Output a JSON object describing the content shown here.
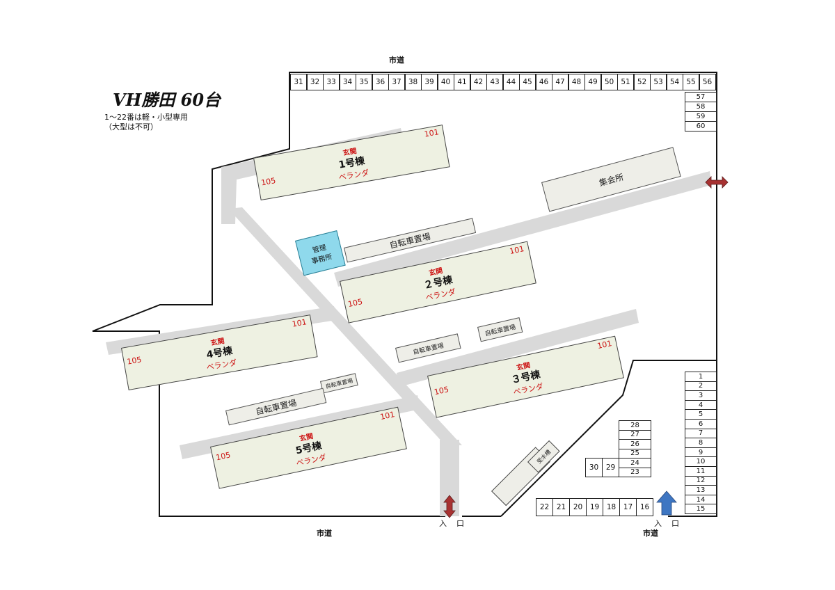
{
  "title": "VH勝田 60台",
  "notes": [
    "1～22番は軽・小型専用",
    "（大型は不可）"
  ],
  "roads": {
    "top": "市道",
    "bottom_left": "市道",
    "bottom_right": "市道"
  },
  "entrances": {
    "left_a": "入",
    "left_b": "口",
    "right_a": "入",
    "right_b": "口"
  },
  "parking": {
    "top_row": [
      "31",
      "32",
      "33",
      "34",
      "35",
      "36",
      "37",
      "38",
      "39",
      "40",
      "41",
      "42",
      "43",
      "44",
      "45",
      "46",
      "47",
      "48",
      "49",
      "50",
      "51",
      "52",
      "53",
      "54",
      "55",
      "56"
    ],
    "top_right_col": [
      "57",
      "58",
      "59",
      "60"
    ],
    "right_col": [
      "1",
      "2",
      "3",
      "4",
      "5",
      "6",
      "7",
      "8",
      "9",
      "10",
      "11",
      "12",
      "13",
      "14",
      "15"
    ],
    "bottom_row": [
      "22",
      "21",
      "20",
      "19",
      "18",
      "17",
      "16"
    ],
    "middle_col": [
      "28",
      "27",
      "26",
      "25",
      "24",
      "23"
    ],
    "middle_pair": [
      "30",
      "29"
    ]
  },
  "buildings": [
    {
      "name": "1号棟",
      "entrance": "玄関",
      "veranda": "ベランダ",
      "unit_first": "101",
      "unit_last": "105"
    },
    {
      "name": "２号棟",
      "entrance": "玄関",
      "veranda": "ベランダ",
      "unit_first": "101",
      "unit_last": "105"
    },
    {
      "name": "３号棟",
      "entrance": "玄関",
      "veranda": "ベランダ",
      "unit_first": "101",
      "unit_last": "105"
    },
    {
      "name": "4号棟",
      "entrance": "玄関",
      "veranda": "ベランダ",
      "unit_first": "101",
      "unit_last": "105"
    },
    {
      "name": "5号棟",
      "entrance": "玄関",
      "veranda": "ベランダ",
      "unit_first": "101",
      "unit_last": "105"
    }
  ],
  "facilities": {
    "meeting_hall": "集会所",
    "office_1": "管理",
    "office_2": "事務所",
    "water_tank": "受水槽",
    "bike_parking": "自転車置場"
  },
  "colors": {
    "building_fill": "#eef1e2",
    "office_fill": "#8fd9ec",
    "path": "#d9d9d9",
    "red_label": "#cc1111",
    "arrow_red": "#a83232",
    "arrow_blue": "#3e76c2"
  }
}
